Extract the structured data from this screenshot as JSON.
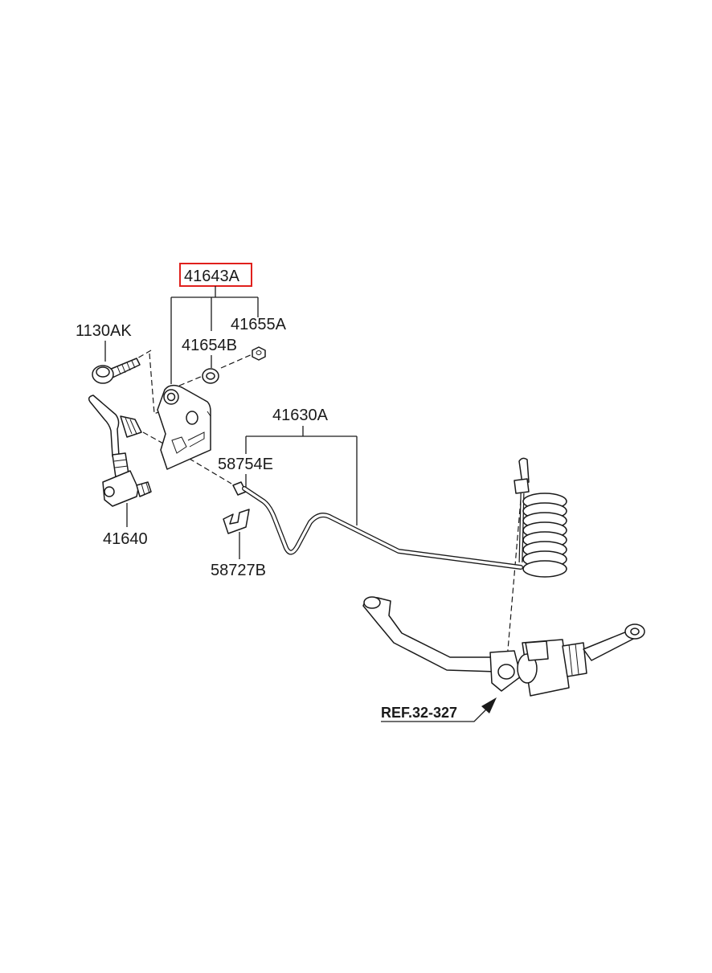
{
  "parts": {
    "p41643A": "41643A",
    "p1130AK": "1130AK",
    "p41655A": "41655A",
    "p41654B": "41654B",
    "p41630A": "41630A",
    "p58754E": "58754E",
    "p41640": "41640",
    "p58727B": "58727B"
  },
  "reference": "REF.32-327",
  "highlighted_part": "41643A",
  "highlight_color": "#e0201c"
}
